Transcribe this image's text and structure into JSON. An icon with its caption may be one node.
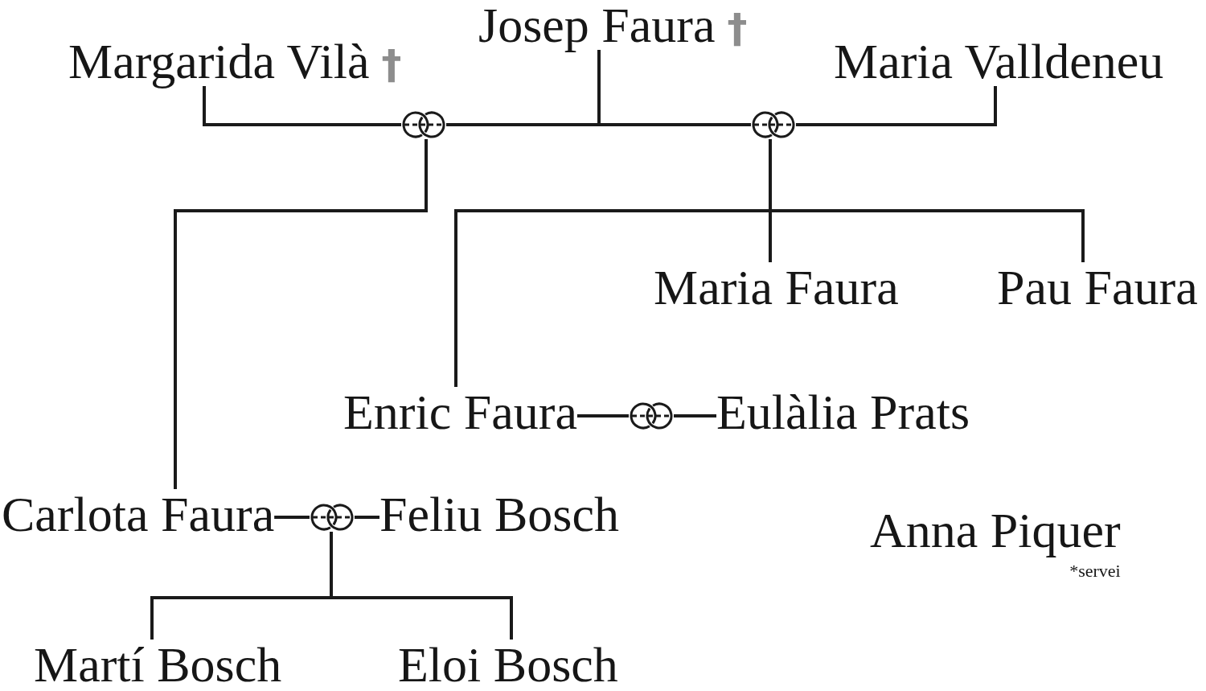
{
  "diagram": {
    "nodes": [
      {
        "text": [
          "Josep Faura",
          "†"
        ]
      },
      {
        "text": [
          "Margarida Vilà",
          "†"
        ]
      },
      {
        "text": [
          "Maria Valldeneu"
        ]
      },
      {
        "text": [],
        "shape": "rings"
      },
      {
        "text": [],
        "shape": "rings"
      },
      {
        "text": [
          "Maria Faura"
        ]
      },
      {
        "text": [
          "Pau Faura"
        ]
      },
      {
        "text": [
          "Enric Faura"
        ]
      },
      {
        "text": [],
        "shape": "rings"
      },
      {
        "text": [
          "Eulàlia Prats"
        ]
      },
      {
        "text": [
          "Carlota Faura"
        ]
      },
      {
        "text": [],
        "shape": "rings"
      },
      {
        "text": [
          "Feliu Bosch"
        ]
      },
      {
        "text": [
          "Anna Piquer"
        ],
        "beside": [
          "*servei"
        ]
      },
      {
        "text": [
          "Martí Bosch"
        ]
      },
      {
        "text": [
          "Eloi Bosch"
        ]
      }
    ],
    "edges": [
      {
        "from": 1,
        "to": 3,
        "arrow": "none"
      },
      {
        "from": 0,
        "to": 3,
        "arrow": "none"
      },
      {
        "from": 0,
        "to": 4,
        "arrow": "none"
      },
      {
        "from": 2,
        "to": 4,
        "arrow": "none"
      },
      {
        "from": 3,
        "to": 10,
        "arrow": "none"
      },
      {
        "from": 4,
        "to": 7,
        "arrow": "none"
      },
      {
        "from": 4,
        "to": 5,
        "arrow": "none"
      },
      {
        "from": 4,
        "to": 6,
        "arrow": "none"
      },
      {
        "from": 7,
        "to": 8,
        "arrow": "none"
      },
      {
        "from": 8,
        "to": 9,
        "arrow": "none"
      },
      {
        "from": 10,
        "to": 11,
        "arrow": "none"
      },
      {
        "from": 11,
        "to": 12,
        "arrow": "none"
      },
      {
        "from": 11,
        "to": 14,
        "arrow": "none"
      },
      {
        "from": 11,
        "to": 15,
        "arrow": "none"
      }
    ]
  }
}
